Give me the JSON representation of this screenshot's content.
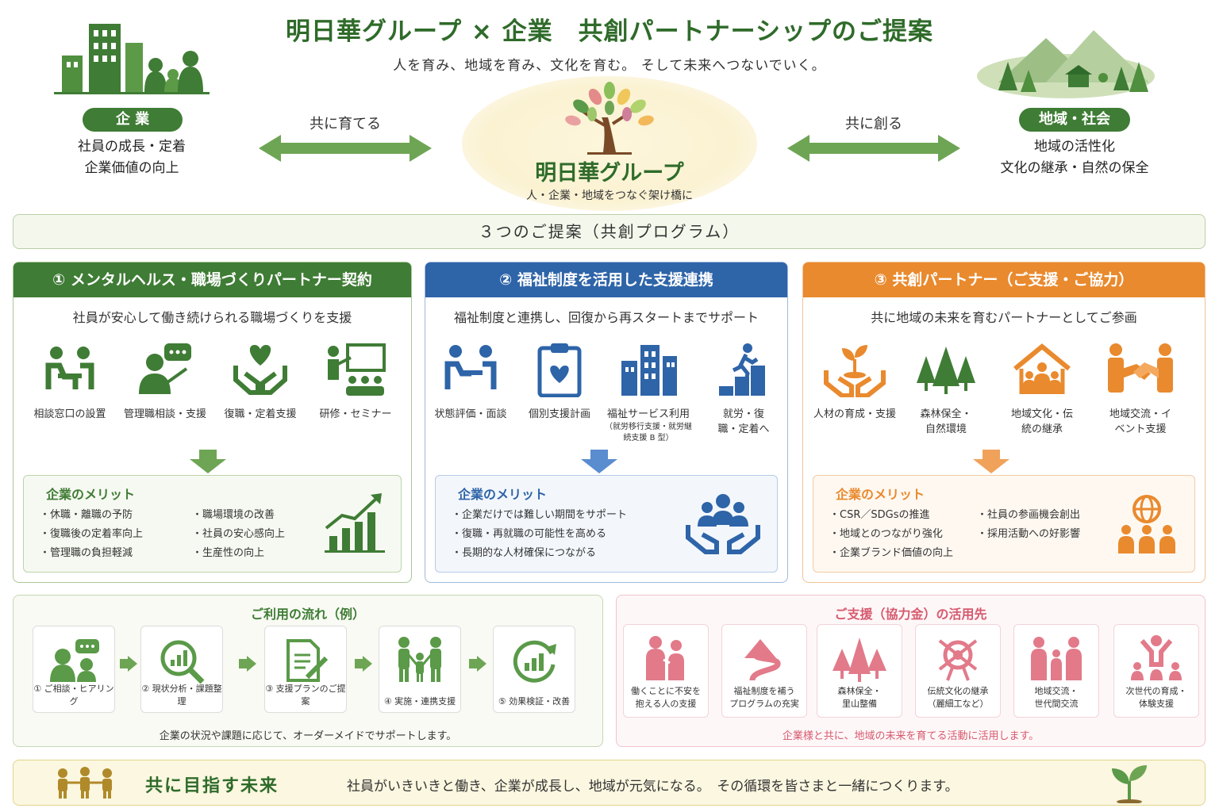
{
  "header": {
    "title": "明日華グループ × 企業　共創パートナーシップのご提案",
    "subtitle": "人を育み、地域を育み、文化を育む。 そして未来へつないでいく。"
  },
  "left": {
    "pill": "企 業",
    "lines": [
      "社員の成長・定着",
      "企業価値の向上"
    ]
  },
  "right": {
    "pill": "地域・社会",
    "lines": [
      "地域の活性化",
      "文化の継承・自然の保全"
    ]
  },
  "center": {
    "name": "明日華グループ",
    "sub": "人・企業・地域をつなぐ架け橋に"
  },
  "arrows": {
    "left_label": "共に育てる",
    "right_label": "共に創る"
  },
  "proposal_bar": "３つのご提案（共創プログラム）",
  "cards": [
    {
      "title": "① メンタルヘルス・職場づくりパートナー契約",
      "desc": "社員が安心して働き続けられる職場づくりを支援",
      "icons": [
        {
          "label": "相談窓口の設置",
          "icon": "consultation-icon"
        },
        {
          "label": "管理職相談・支援",
          "icon": "manager-talk-icon"
        },
        {
          "label": "復職・定着支援",
          "icon": "heart-hands-icon"
        },
        {
          "label": "研修・セミナー",
          "icon": "seminar-icon"
        }
      ],
      "merit_title": "企業のメリット",
      "merits_a": [
        "・休職・離職の予防",
        "・復職後の定着率向上",
        "・管理職の負担軽減"
      ],
      "merits_b": [
        "・職場環境の改善",
        "・社員の安心感向上",
        "・生産性の向上"
      ],
      "color": "#3f7c35"
    },
    {
      "title": "② 福祉制度を活用した支援連携",
      "desc": "福祉制度と連携し、回復から再スタートまでサポート",
      "icons": [
        {
          "label": "状態評価・面談",
          "icon": "interview-icon"
        },
        {
          "label": "個別支援計画",
          "icon": "clipboard-heart-icon"
        },
        {
          "label": "福祉サービス利用",
          "note": "（就労移行支援・就労継続支援 B 型）",
          "icon": "building-icon"
        },
        {
          "label": "就労・復職・定着へ",
          "icon": "stairs-icon"
        }
      ],
      "merit_title": "企業のメリット",
      "merits_a": [
        "・企業だけでは難しい期間をサポート",
        "・復職・再就職の可能性を高める",
        "・長期的な人材確保につながる"
      ],
      "merits_b": [],
      "color": "#2e64a8"
    },
    {
      "title": "③ 共創パートナー（ご支援・ご協力）",
      "desc": "共に地域の未来を育むパートナーとしてご参画",
      "icons": [
        {
          "label": "人材の育成・支援",
          "icon": "sprout-hands-icon"
        },
        {
          "label": "森林保全・自然環境",
          "icon": "trees-icon"
        },
        {
          "label": "地域文化・伝統の継承",
          "icon": "house-people-icon"
        },
        {
          "label": "地域交流・イベント支援",
          "icon": "handshake-icon"
        }
      ],
      "merit_title": "企業のメリット",
      "merits_a": [
        "・CSR／SDGsの推進",
        "・地域とのつながり強化",
        "・企業ブランド価値の向上"
      ],
      "merits_b": [
        "・社員の参画機会創出",
        "・採用活動への好影響"
      ],
      "color": "#e98a2e"
    }
  ],
  "flow": {
    "title": "ご利用の流れ（例）",
    "steps": [
      "① ご相談・ヒアリング",
      "② 現状分析・課題整理",
      "③ 支援プランのご提案",
      "④ 実施・連携支援",
      "⑤ 効果検証・改善"
    ],
    "note": "企業の状況や課題に応じて、オーダーメイドでサポートします。"
  },
  "uses": {
    "title": "ご支援（協力金）の活用先",
    "items": [
      [
        "働くことに不安を",
        "抱える人の支援"
      ],
      [
        "福祉制度を補う",
        "プログラムの充実"
      ],
      [
        "森林保全・",
        "里山整備"
      ],
      [
        "伝統文化の継承",
        "（麗細工など）"
      ],
      [
        "地域交流・",
        "世代間交流"
      ],
      [
        "次世代の育成・",
        "体験支援"
      ]
    ],
    "note": "企業様と共に、地域の未来を育てる活動に活用します。"
  },
  "future": {
    "title": "共に目指す未来",
    "text": "社員がいきいきと働き、企業が成長し、地域が元気になる。　その循環を皆さまと一緒につくります。"
  }
}
